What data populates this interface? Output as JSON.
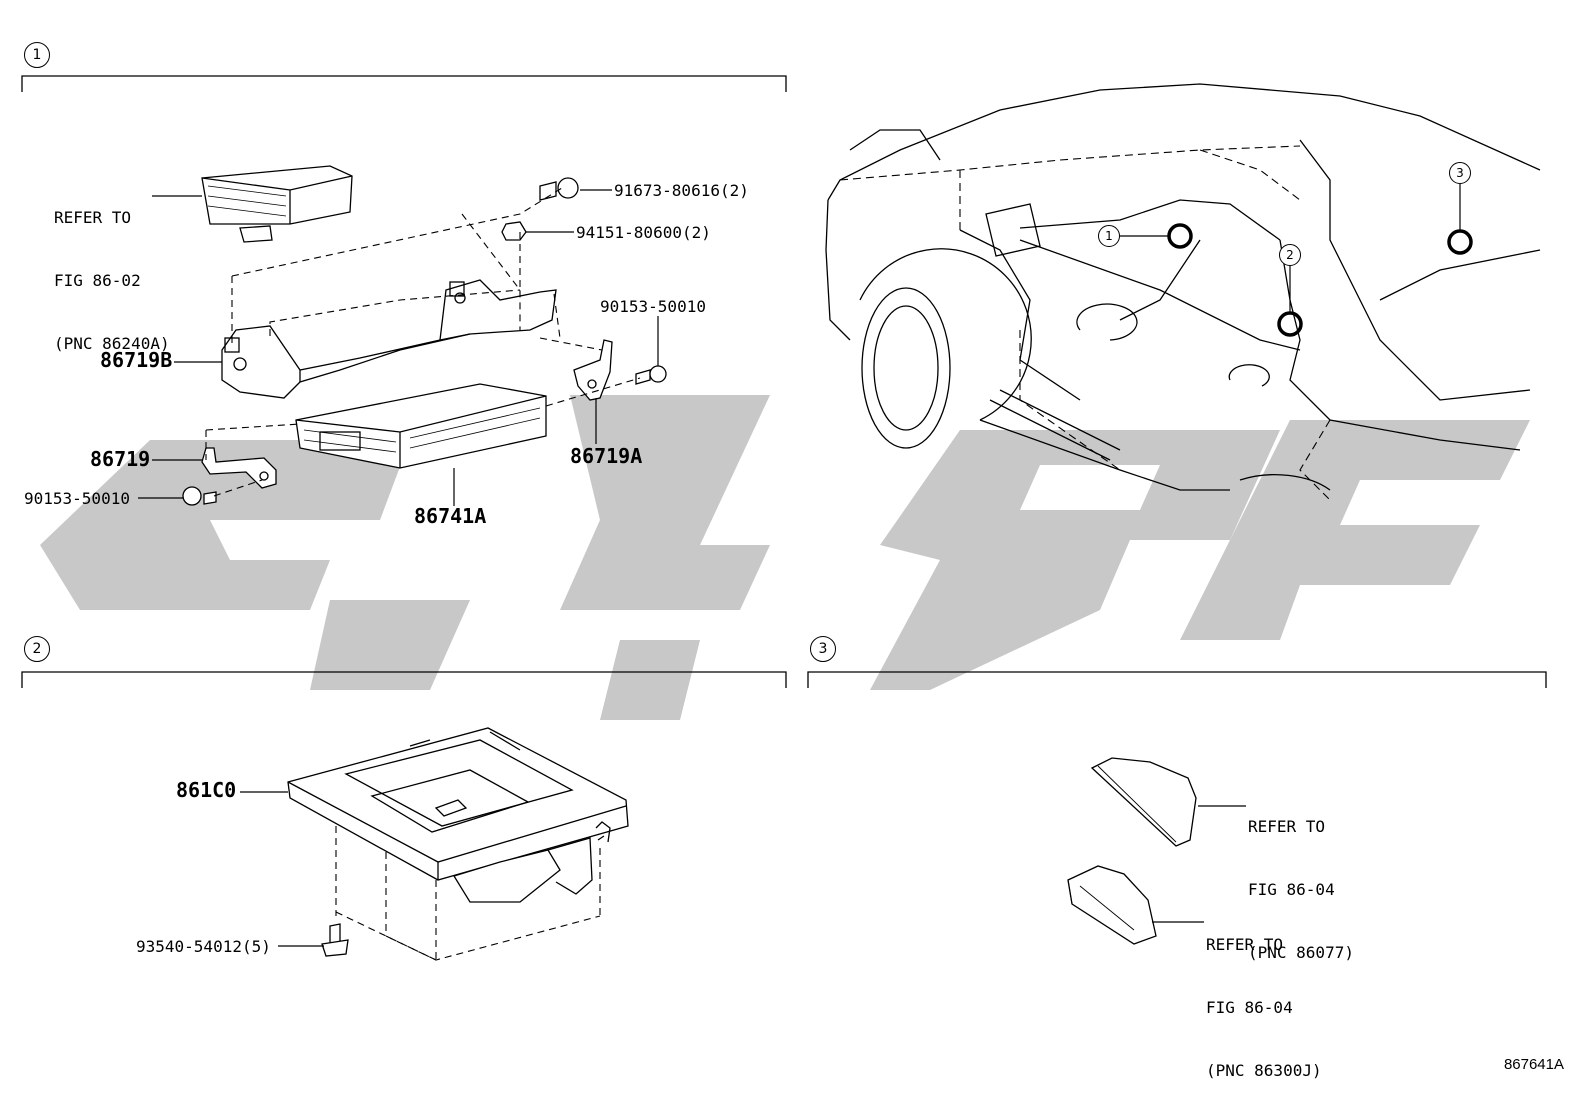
{
  "sections": [
    {
      "number": "1"
    },
    {
      "number": "2"
    },
    {
      "number": "3"
    }
  ],
  "vehicle_markers": [
    {
      "number": "1"
    },
    {
      "number": "2"
    },
    {
      "number": "3"
    }
  ],
  "refer_notes": {
    "amp": [
      "REFER TO",
      "FIG 86-02",
      "(PNC 86240A)"
    ],
    "antenna_cover": [
      "REFER TO",
      "FIG 86-04",
      "(PNC 86077)"
    ],
    "antenna_base": [
      "REFER TO",
      "FIG 86-04",
      "(PNC 86300J)"
    ]
  },
  "callouts": {
    "bolt_91673": "91673-80616(2)",
    "nut_94151": "94151-80600(2)",
    "screw_90153_right": "90153-50010",
    "bracket_86719B": "86719B",
    "bracket_86719A": "86719A",
    "bracket_86719": "86719",
    "screw_90153_left": "90153-50010",
    "unit_86741A": "86741A",
    "charger_861C0": "861C0",
    "screw_93540": "93540-54012(5)"
  },
  "watermark": {
    "color": "#c8c8c8"
  },
  "illustration_number": "867641A"
}
